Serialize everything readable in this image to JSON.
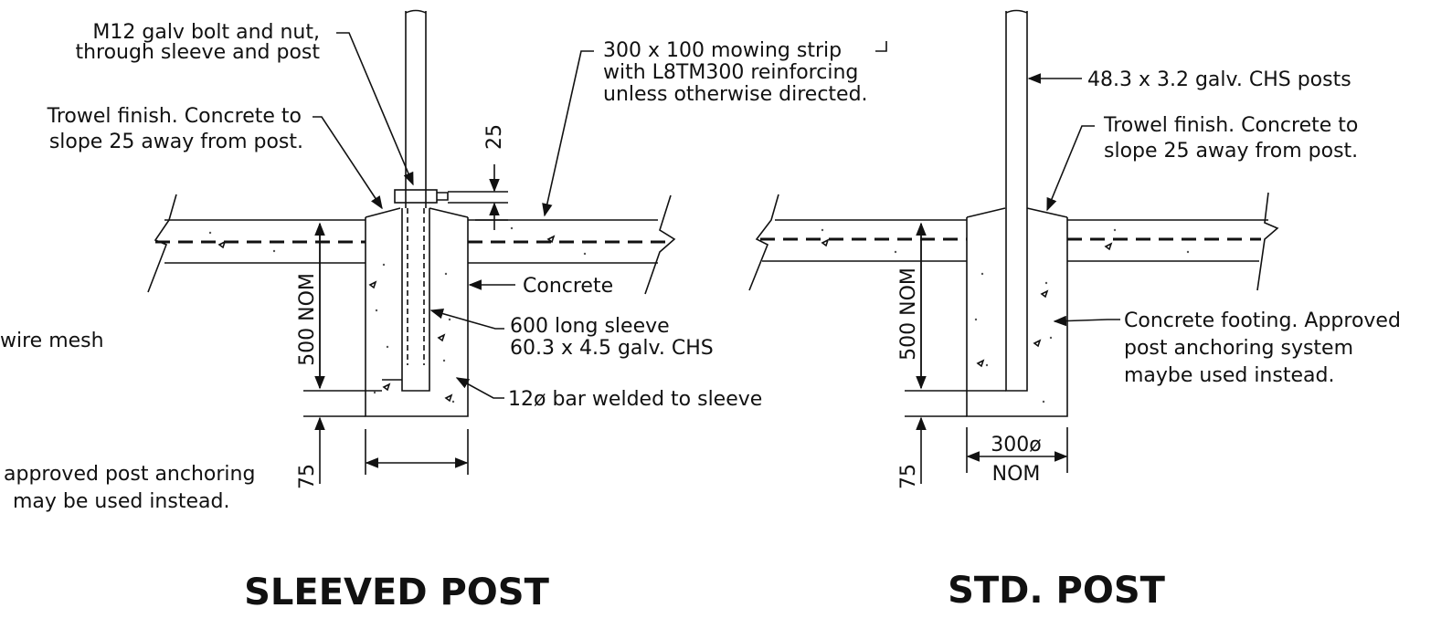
{
  "labels": {
    "bolt_line1": "M12 galv bolt and nut,",
    "bolt_line2": "through sleeve and post",
    "trowel_left_line1": "Trowel finish. Concrete to",
    "trowel_left_line2": "slope 25 away from post.",
    "mowing_line1": "300 x 100 mowing strip",
    "mowing_line2": "with L8TM300 reinforcing",
    "mowing_line3": "unless otherwise directed.",
    "chs_posts": "48.3 x 3.2 galv. CHS posts",
    "trowel_right_line1": "Trowel finish. Concrete to",
    "trowel_right_line2": "slope 25 away from post.",
    "concrete": "Concrete",
    "sleeve_line1": "600 long sleeve",
    "sleeve_line2": "60.3 x 4.5 galv. CHS",
    "bar": "12ø bar welded to sleeve",
    "footing_line1": "Concrete footing. Approved",
    "footing_line2": "post anchoring system",
    "footing_line3": "maybe used instead.",
    "wire_mesh_fragment": "wire mesh",
    "approved_fragment_line1": "approved post anchoring",
    "approved_fragment_line2": "may be used instead."
  },
  "dimensions": {
    "top_slope": "25",
    "depth_left": "500 NOM",
    "bottom_left": "75",
    "depth_right": "500 NOM",
    "bottom_right": "75",
    "diameter": "300ø",
    "diameter_nom": "NOM"
  },
  "titles": {
    "sleeved": "SLEEVED POST",
    "std": "STD. POST"
  }
}
